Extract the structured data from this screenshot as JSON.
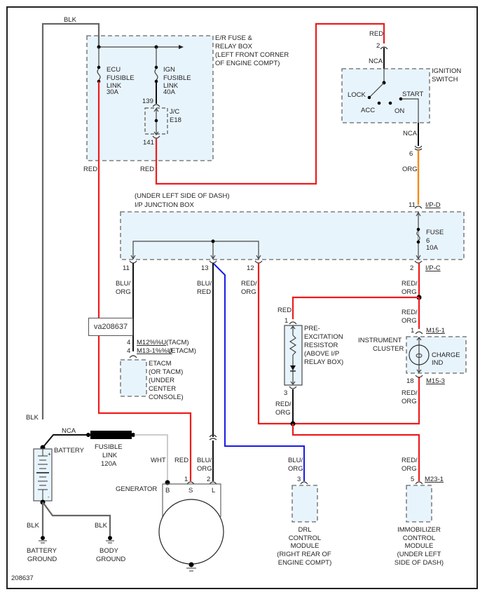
{
  "diagram_id": "208637",
  "image_tag": "va208637",
  "colors": {
    "red": "#ee1c1c",
    "orange": "#f08a18",
    "blue": "#1a1ae6",
    "black": "#111111",
    "gray": "#666666",
    "white_wire": "#cccccc",
    "box_fill": "#e8f4fc"
  },
  "er_box": {
    "label": [
      "E/R FUSE &",
      "RELAY BOX",
      "(LEFT FRONT CORNER",
      "OF ENGINE COMPT)"
    ],
    "ecu_link": [
      "ECU",
      "FUSIBLE",
      "LINK",
      "30A"
    ],
    "ign_link": [
      "IGN",
      "FUSIBLE",
      "LINK",
      "40A"
    ],
    "jc": [
      "J/C",
      "E18"
    ],
    "pin_in": "139",
    "pin_out": "141"
  },
  "ignition_switch": {
    "label": [
      "IGNITION",
      "SWITCH"
    ],
    "positions": [
      "LOCK",
      "ACC",
      "ON",
      "START"
    ],
    "pin_in": "2",
    "pin_out": "6"
  },
  "ip_box": {
    "label": [
      "(UNDER LEFT SIDE OF DASH)",
      "I/P JUNCTION BOX"
    ],
    "fuse": [
      "FUSE",
      "6",
      "10A"
    ],
    "conn_top": "I/P-D",
    "conn_top_pin": "11",
    "conn_bottom": "I/P-C",
    "conn_bottom_pin": "2",
    "out_pins": [
      "11",
      "13",
      "12"
    ]
  },
  "etacm": {
    "label": [
      "ETACM",
      "(OR TACM)",
      "(UNDER",
      "CENTER",
      "CONSOLE)"
    ],
    "conn1_pin": "4",
    "conn1": "M12%%U",
    "conn1_suffix": "(TACM)",
    "conn2_pin": "4",
    "conn2": "M13-1%%U",
    "conn2_suffix": "(ETACM)"
  },
  "resistor": {
    "label": [
      "PRE-",
      "EXCITATION",
      "RESISTOR",
      "(ABOVE I/P",
      "RELAY BOX)"
    ],
    "pin_top": "1",
    "pin_bottom": "3"
  },
  "cluster": {
    "label": [
      "INSTRUMENT",
      "CLUSTER"
    ],
    "indicator": [
      "CHARGE",
      "IND"
    ],
    "pin_top": "1",
    "conn_top": "M15-1",
    "pin_bottom": "18",
    "conn_bottom": "M15-3"
  },
  "battery": {
    "label": "BATTERY",
    "ground": [
      "BATTERY",
      "GROUND"
    ],
    "body_ground": [
      "BODY",
      "GROUND"
    ]
  },
  "fusible_link_main": [
    "FUSIBLE",
    "LINK",
    "120A"
  ],
  "generator": {
    "label": "GENERATOR",
    "terminals": [
      "B",
      "S",
      "L"
    ],
    "pin_s": "1",
    "pin_l": "2"
  },
  "drl": {
    "label": [
      "DRL",
      "CONTROL",
      "MODULE",
      "(RIGHT REAR OF",
      "ENGINE COMPT)"
    ],
    "pin": "3"
  },
  "immobilizer": {
    "label": [
      "IMMOBILIZER",
      "CONTROL",
      "MODULE",
      "(UNDER LEFT",
      "SIDE OF DASH)"
    ],
    "pin": "5",
    "conn": "M23-1"
  },
  "wire_labels": {
    "blk": "BLK",
    "red": "RED",
    "nca": "NCA",
    "org": "ORG",
    "wht": "WHT",
    "blu_org": [
      "BLU/",
      "ORG"
    ],
    "blu_red": [
      "BLU/",
      "RED"
    ],
    "red_org": [
      "RED/",
      "ORG"
    ]
  }
}
